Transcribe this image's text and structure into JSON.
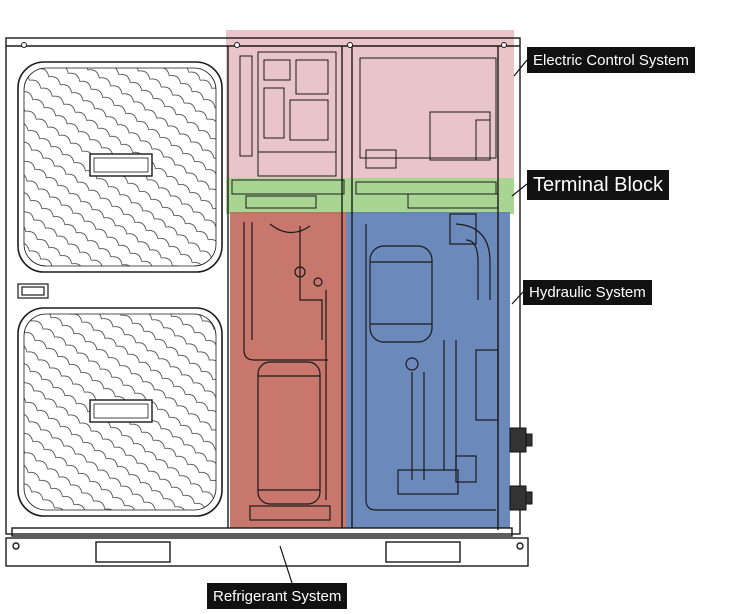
{
  "labels": {
    "electric_control": "Electric Control System",
    "terminal_block": "Terminal Block",
    "hydraulic": "Hydraulic System",
    "refrigerant": "Refrigerant System"
  },
  "colors": {
    "electric_zone": "#e9c4c8",
    "terminal_zone": "#a9d592",
    "hydraulic_zone": "#5f7fb6",
    "refrigerant_zone": "#c2685c",
    "outline": "#1a1a1a",
    "label_bg": "#111111",
    "label_text": "#ffffff"
  }
}
